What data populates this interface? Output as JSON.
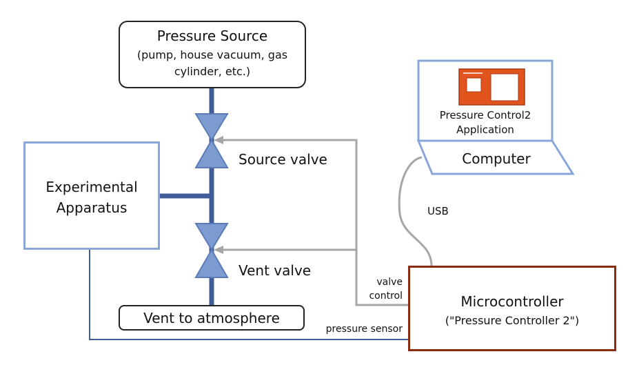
{
  "pressure_source": {
    "title": "Pressure Source",
    "line2": "(pump, house vacuum, gas",
    "line3": "cylinder, etc.)"
  },
  "experimental_apparatus": {
    "line1": "Experimental",
    "line2": "Apparatus"
  },
  "vent_to_atmosphere": "Vent to atmosphere",
  "source_valve_label": "Source valve",
  "vent_valve_label": "Vent valve",
  "computer": {
    "label": "Computer",
    "app_line1": "Pressure Control2",
    "app_line2": "Application"
  },
  "usb_label": "USB",
  "valve_control_line1": "valve",
  "valve_control_line2": "control",
  "pressure_sensor_label": "pressure sensor",
  "microcontroller": {
    "line1": "Microcontroller",
    "line2": "(\"Pressure Controller 2\")"
  },
  "colors": {
    "pipe": "#3f5e99",
    "valve_fill": "#7d9bd1",
    "valve_stroke": "#5b7bb8",
    "control_line": "#a6a6a6",
    "apparatus_border": "#8aa6d8",
    "computer_border": "#8aa6d8",
    "micro_border": "#8b2a0e",
    "app_icon": "#e2541e"
  }
}
